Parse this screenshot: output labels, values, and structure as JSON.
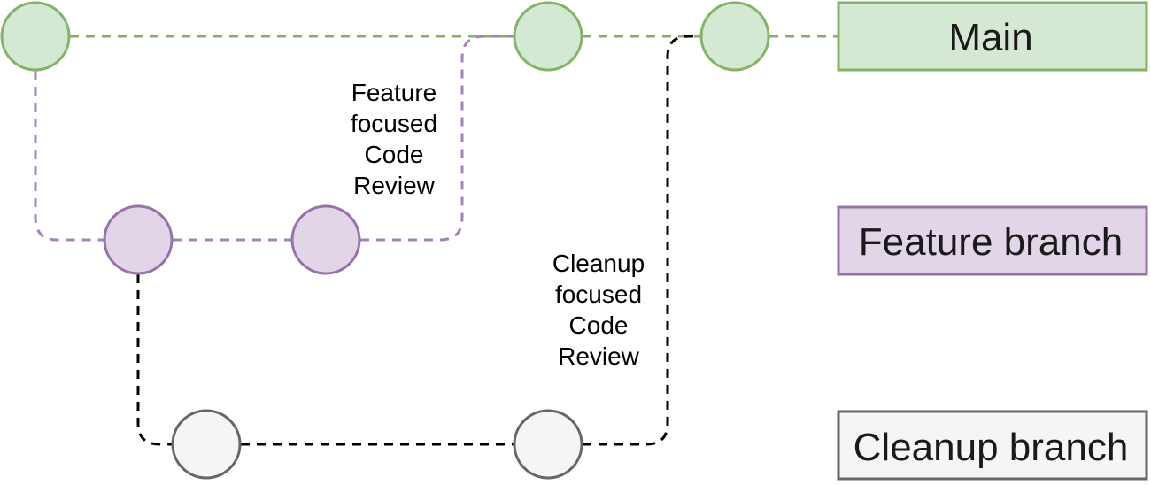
{
  "branches": {
    "main": {
      "label": "Main",
      "fill": "#d5e8d4",
      "stroke": "#82b366",
      "commit_count": 3
    },
    "feature": {
      "label": "Feature branch",
      "fill": "#e1d5e7",
      "stroke": "#9673a6",
      "commit_count": 2
    },
    "cleanup": {
      "label": "Cleanup branch",
      "fill": "#f5f5f5",
      "stroke": "#666666",
      "commit_count": 2
    }
  },
  "connector_colors": {
    "main": "#82b366",
    "feature": "#a680b8",
    "cleanup": "#000000"
  },
  "annotations": {
    "feature_review": [
      "Feature",
      "focused",
      "Code",
      "Review"
    ],
    "cleanup_review": [
      "Cleanup",
      "focused",
      "Code",
      "Review"
    ]
  }
}
